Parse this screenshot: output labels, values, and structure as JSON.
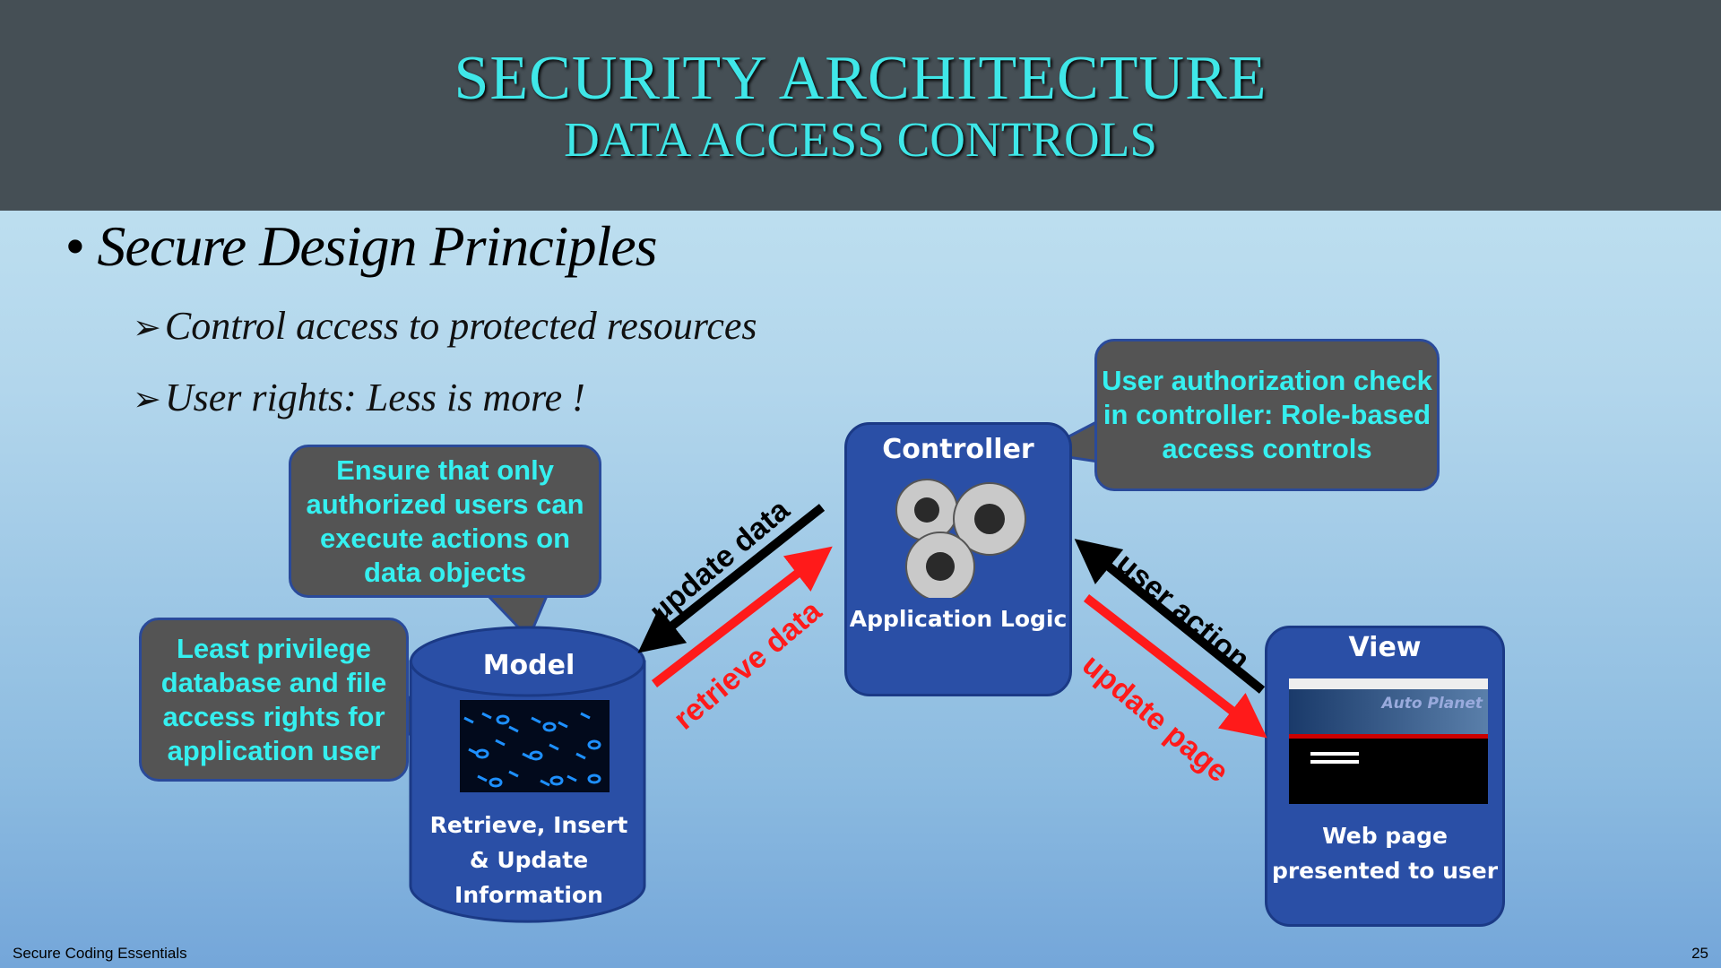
{
  "header": {
    "title": "SECURITY ARCHITECTURE",
    "subtitle": "DATA ACCESS CONTROLS"
  },
  "bullets": {
    "main": "Secure Design Principles",
    "items": [
      "Control access to protected resources",
      "User rights: Less is more !"
    ]
  },
  "callouts": {
    "ensure": "Ensure that only authorized users can execute actions on data objects",
    "least": "Least privilege database and file access rights for application user",
    "auth": "User authorization check in controller: Role-based access controls"
  },
  "model": {
    "title": "Model",
    "caption": "Retrieve, Insert & Update Information"
  },
  "controller": {
    "title": "Controller",
    "caption": "Application Logic"
  },
  "view": {
    "title": "View",
    "caption": "Web page presented to user",
    "screenshot_text": "Auto Planet"
  },
  "arrows": {
    "update_data": "update data",
    "retrieve_data": "retrieve data",
    "user_action": "user action",
    "update_page": "update page"
  },
  "colors": {
    "accent": "#3fe7e8",
    "box": "#2a4fa6",
    "red": "#ff1a1a"
  },
  "footer": {
    "left": "Secure Coding Essentials",
    "page": "25"
  }
}
